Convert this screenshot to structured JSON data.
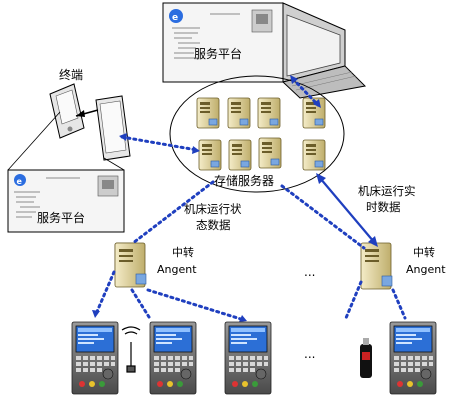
{
  "labels": {
    "service_platform_top": "服务平台",
    "service_platform_left": "服务平台",
    "terminal": "终端",
    "storage_server": "存储服务器",
    "realtime_data_line1": "机床运行实",
    "realtime_data_line2": "时数据",
    "status_data_line1": "机床运行状",
    "status_data_line2": "态数据",
    "relay_left_line1": "中转",
    "relay_left_line2": "Angent",
    "relay_right_line1": "中转",
    "relay_right_line2": "Angent",
    "ellipsis_middle": "...",
    "ellipsis_bottom": "..."
  },
  "colors": {
    "dotted_link": "#1f3fbf",
    "solid_link": "#1f3fbf",
    "server_body": "#d9c98f",
    "screen_blue": "#2c6fd6",
    "panel_dark": "#3a3a3a"
  }
}
